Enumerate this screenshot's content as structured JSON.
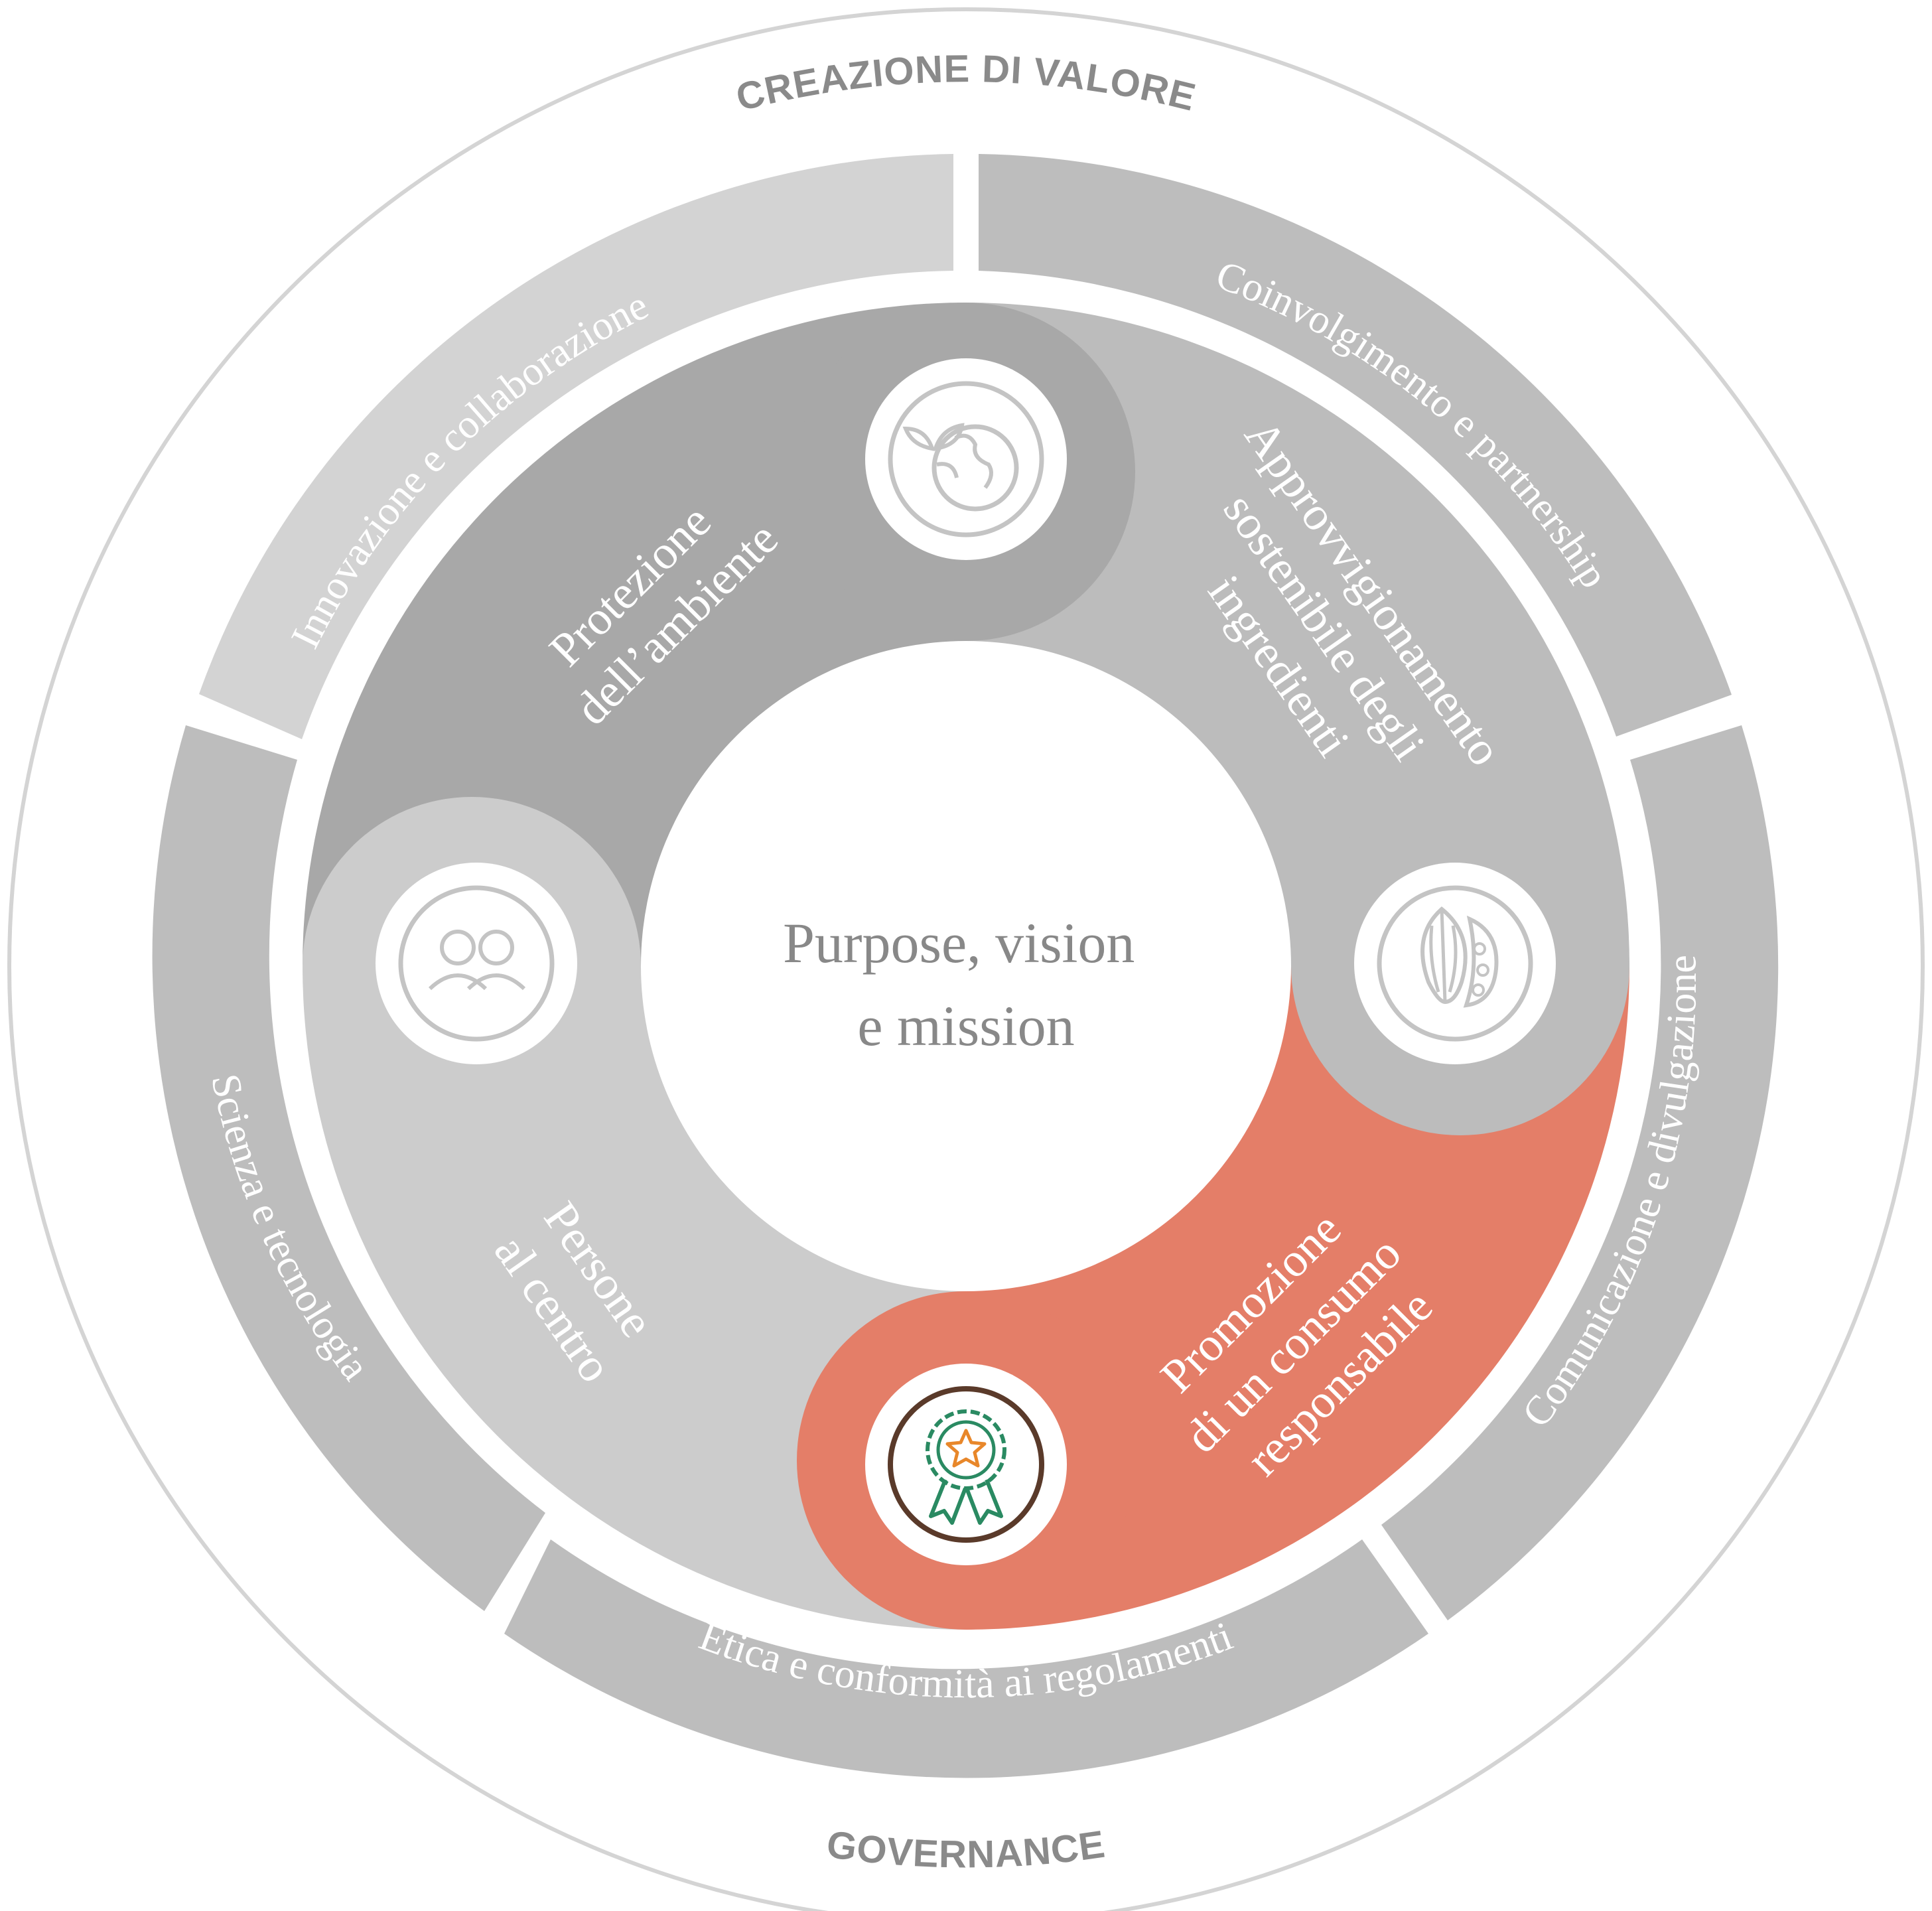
{
  "outer_labels": {
    "top": "CREAZIONE DI VALORE",
    "bottom": "GOVERNANCE"
  },
  "outer_segments": [
    {
      "label": "Innovazione e collaborazione"
    },
    {
      "label": "Coinvolgimento e partnership"
    },
    {
      "label": "Comunicazione e divulgazione"
    },
    {
      "label": "Etica e conformità ai regolamenti"
    },
    {
      "label": "Scienza e tecnologia"
    }
  ],
  "pillars": [
    {
      "lines": [
        "Protezione",
        "dell’ambiente"
      ],
      "icon": "globe-plant-icon"
    },
    {
      "lines": [
        "Approvvigionamento",
        "sostenibile degli",
        "ingredienti"
      ],
      "icon": "cocoa-pod-icon"
    },
    {
      "lines": [
        "Promozione",
        "di un consumo",
        "responsabile"
      ],
      "icon": "award-ribbon-icon",
      "highlighted": true
    },
    {
      "lines": [
        "Persone",
        "al centro"
      ],
      "icon": "people-icon"
    }
  ],
  "center": {
    "lines": [
      "Purpose, vision",
      "e mission"
    ]
  },
  "colors": {
    "outer_ring_stroke": "#d4d4d4",
    "outer_segment_light": "#d3d3d3",
    "outer_segment_mid": "#bdbdbd",
    "pillar_environment": "#a8a8a8",
    "pillar_sourcing": "#bcbcbc",
    "pillar_consumption": "#e47e68",
    "pillar_people": "#cccccc",
    "center_text": "#888888",
    "award_green": "#2a8a62",
    "award_orange": "#e8872a",
    "award_brown": "#5a3a2a"
  }
}
